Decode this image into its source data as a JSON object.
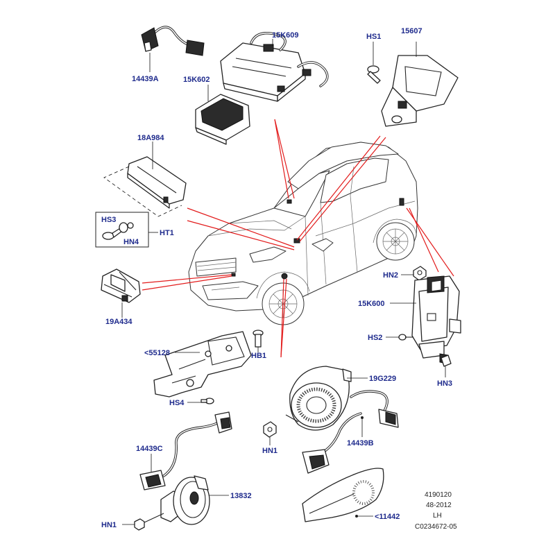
{
  "labels": {
    "p14439A": "14439A",
    "p15K609": "15K609",
    "pHS1": "HS1",
    "p15607": "15607",
    "p15K602": "15K602",
    "p18A984": "18A984",
    "pHS3": "HS3",
    "pHN4": "HN4",
    "pHT1": "HT1",
    "p19A434": "19A434",
    "pHN2": "HN2",
    "p15K600": "15K600",
    "pHS2": "HS2",
    "pHN3": "HN3",
    "p55128": "<55128",
    "pHB1": "HB1",
    "pHS4": "HS4",
    "p19G229": "19G229",
    "p14439B": "14439B",
    "pHN1a": "HN1",
    "p14439C": "14439C",
    "p13832": "13832",
    "pHN1b": "HN1",
    "p11442": "<11442"
  },
  "reference": {
    "line1": "4190120",
    "line2": "48-2012",
    "line3": "LH",
    "line4": "C0234672-05"
  },
  "colors": {
    "label": "#1e2a8c",
    "pointer": "#e21a1a",
    "linework": "#222222"
  }
}
